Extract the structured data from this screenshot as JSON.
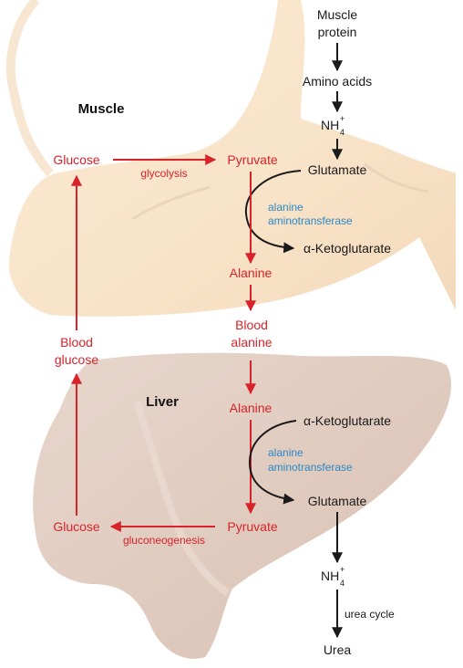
{
  "colors": {
    "pathway_red": "#d8232a",
    "enzyme_blue": "#2c88c6",
    "text_black": "#1a1a1a",
    "muscle_fill": "#f9e7cf",
    "liver_fill": "#e3cec3"
  },
  "regions": {
    "muscle_label": "Muscle",
    "liver_label": "Liver"
  },
  "muscle": {
    "protein_line1": "Muscle",
    "protein_line2": "protein",
    "amino_acids": "Amino acids",
    "ammonium": "NH",
    "ammonium_sup": "+",
    "ammonium_sub": "4",
    "glutamate": "Glutamate",
    "ketoglutarate": "α-Ketoglutarate",
    "enzyme_line1": "alanine",
    "enzyme_line2": "aminotransferase",
    "glucose": "Glucose",
    "glycolysis": "glycolysis",
    "pyruvate": "Pyruvate",
    "alanine": "Alanine"
  },
  "blood": {
    "alanine_line1": "Blood",
    "alanine_line2": "alanine",
    "glucose_line1": "Blood",
    "glucose_line2": "glucose"
  },
  "liver": {
    "alanine": "Alanine",
    "ketoglutarate": "α-Ketoglutarate",
    "enzyme_line1": "alanine",
    "enzyme_line2": "aminotransferase",
    "glutamate": "Glutamate",
    "pyruvate": "Pyruvate",
    "gluconeogenesis": "gluconeogenesis",
    "glucose": "Glucose",
    "ammonium": "NH",
    "ammonium_sup": "+",
    "ammonium_sub": "4",
    "urea_cycle": "urea cycle",
    "urea": "Urea"
  }
}
